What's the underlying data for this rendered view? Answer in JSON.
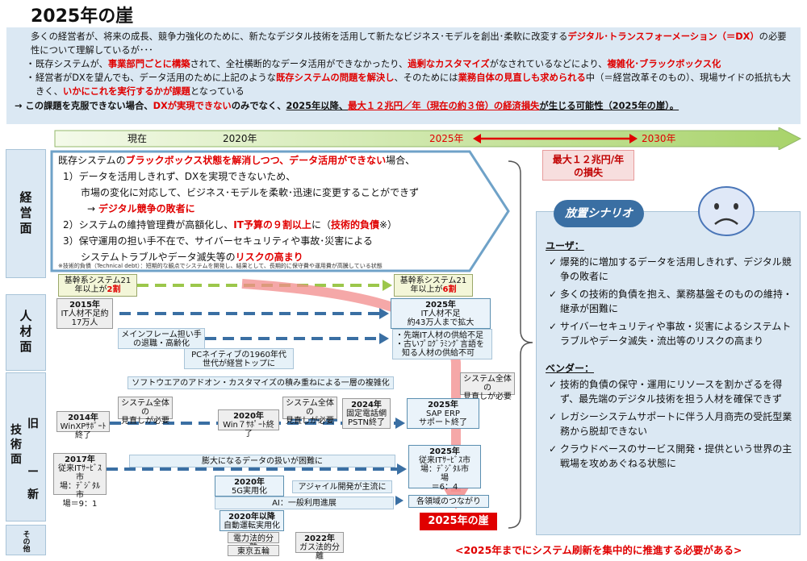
{
  "title": "2025年の崖",
  "intro": {
    "p1a": "多くの経営者が、将来の成長、競争力強化のために、新たなデジタル技術を活用して新たなビジネス･モデルを創出･柔軟に改変する",
    "p1b": "デジタル･トランスフォーメーション（＝DX）",
    "p1c": "の必要性について理解しているが･･･",
    "b1a": "既存システムが、",
    "b1b": "事業部門ごとに構築",
    "b1c": "されて、全社横断的なデータ活用ができなかったり、",
    "b1d": "過剰なカスタマイズ",
    "b1e": "がなされているなどにより、",
    "b1f": "複雑化･ブラックボックス化",
    "b2a": "経営者がDXを望んでも、データ活用のために上記のような",
    "b2b": "既存システムの問題を解決し",
    "b2c": "、そのためには",
    "b2d": "業務自体の見直しも求められる",
    "b2e": "中（＝経営改革そのもの）、現場サイドの抵抗も大きく、",
    "b2f": "いかにこれを実行するかが課題",
    "b2g": "となっている",
    "c1": "→ この課題を克服できない場合、",
    "c2": "DXが実現できない",
    "c3": "のみでなく、",
    "c4": "2025年以降、",
    "c5": "最大１２兆円／年（現在の約３倍）の経済損失",
    "c6": "が生じる可能性（2025年の崖）。"
  },
  "timeline": {
    "now": "現在",
    "y2020": "2020年",
    "y2025": "2025年",
    "y2030": "2030年"
  },
  "loss": {
    "l1": "最大１２兆円/年",
    "l2": "の損失"
  },
  "rows": {
    "keiei": "経営面",
    "jinzai": "人材面",
    "old": "旧",
    "gijutsu": "技術面",
    "dash": "ー",
    "new": "新",
    "other": "その他"
  },
  "mgmt": {
    "m1a": "既存システムの",
    "m1b": "ブラックボックス状態を解消しつつ、データ活用ができない",
    "m1c": "場合、",
    "m2": "1）データを活用しきれず、DXを実現できないため、",
    "m3": "市場の変化に対応して、ビジネス･モデルを柔軟･迅速に変更することができず",
    "m4a": "→",
    "m4b": "デジタル競争の敗者に",
    "m5a": "2）システムの維持管理費が高額化し、",
    "m5b": "IT予算の９割以上",
    "m5c": "に（",
    "m5d": "技術的負債",
    "m5e": "※）",
    "m6": "3）保守運用の担い手不在で、サイバーセキュリティや事故･災害による",
    "m7a": "システムトラブルやデータ滅失等の",
    "m7b": "リスクの高まり",
    "note": "※技術的負債（Technical debt）：短期的な観点でシステムを開発し、結果として、長期的に保守費や運用費が高騰している状態"
  },
  "boxes": {
    "kikan1a": "基幹系システム21",
    "kikan1b": "年以上が",
    "kikan1c": "2割",
    "kikan2a": "基幹系システム21",
    "kikan2b": "年以上が",
    "kikan2c": "6割",
    "j2015a": "2015年",
    "j2015b": "IT人材不足約",
    "j2015c": "17万人",
    "j2025a": "2025年",
    "j2025b": "IT人材不足",
    "j2025c": "約43万人まで拡大",
    "mf1": "メインフレーム担い手",
    "mf2": "の退職・高齢化",
    "pc1": "PCネイティブの1960年代",
    "pc2": "世代が経営トップに",
    "sc1": "・先端IT人材の供給不足",
    "sc2": "・古いﾌﾟﾛｸﾞﾗﾐﾝｸﾞ言語を",
    "sc3": "知る人材の供給不可",
    "addon": "ソフトウエアのアドオン・カスタマイズの積み重ねによる一層の複雑化",
    "rev1a": "システム全体の",
    "rev1b": "見直しが必要",
    "rev2a": "システム全体の",
    "rev2b": "見直しが必要",
    "rev3a": "システム全体の",
    "rev3b": "見直しが必要",
    "xp1": "2014年",
    "xp2": "WinXPｻﾎﾟｰﾄ終了",
    "w7a": "2020年",
    "w7b": "Win７ｻﾎﾟｰﾄ終了",
    "pstn1": "2024年",
    "pstn2": "固定電話網",
    "pstn3": "PSTN終了",
    "sap1": "2025年",
    "sap2": "SAP ERP",
    "sap3": "サポート終了",
    "it17a": "2017年",
    "it17b": "従来ITｻｰﾋﾞｽ市",
    "it17c": "場：ﾃﾞｼﾞﾀﾙ市",
    "it17d": "場＝9：1",
    "it25a": "2025年",
    "it25b": "従来ITｻｰﾋﾞｽ市",
    "it25c": "場：ﾃﾞｼﾞﾀﾙ市",
    "it25d": "場",
    "it25e": "＝6：4",
    "data": "膨大になるデータの扱いが困難に",
    "g5a": "2020年",
    "g5b": "5G実用化",
    "agile": "アジャイル開発が主流に",
    "ai": "AI：一般利用進展",
    "conn": "各領域のつながり",
    "auto1": "2020年以降",
    "auto2": "自動運転実用化",
    "elec": "電力法的分離",
    "gas1": "2022年",
    "gas2": "ガス法的分離",
    "olym": "東京五輪",
    "cliff": "2025年の崖"
  },
  "scenario": {
    "header": "放置シナリオ",
    "user": "ユーザ：",
    "u1": "爆発的に増加するデータを活用しきれず、デジタル競争の敗者に",
    "u2": "多くの技術的負債を抱え、業務基盤そのものの維持・継承が困難に",
    "u3": "サイバーセキュリティや事故・災害によるシステムトラブルやデータ滅失・流出等のリスクの高まり",
    "vendor": "ベンダー：",
    "v1": "技術的負債の保守・運用にリソースを割かざるを得ず、最先端のデジタル技術を担う人材を確保できず",
    "v2": "レガシーシステムサポートに伴う人月商売の受託型業務から脱却できない",
    "v3": "クラウドベースのサービス開発・提供という世界の主戦場を攻めあぐねる状態に"
  },
  "bottom": "<2025年までにシステム刷新を集中的に推進する必要がある>",
  "colors": {
    "red": "#e00000",
    "blueBg": "#dbe8f3",
    "darkBlue": "#3a6fa3",
    "green": "#9cc74b"
  }
}
